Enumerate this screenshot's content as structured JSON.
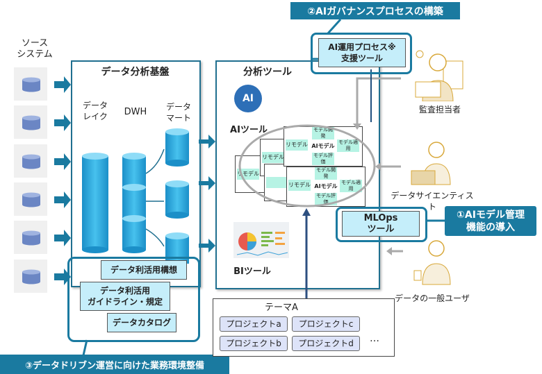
{
  "source": {
    "label_line1": "ソース",
    "label_line2": "システム",
    "count": 6
  },
  "platform": {
    "title": "データ分析基盤",
    "lake_line1": "データ",
    "lake_line2": "レイク",
    "dwh": "DWH",
    "mart_line1": "データ",
    "mart_line2": "マート"
  },
  "analysis": {
    "title": "分析ツール",
    "ai_tool": "AIツール",
    "ai_icon": "AI",
    "bi_tool": "BIツール",
    "cycle": {
      "remodel": "リモデル",
      "center": "AIモデル",
      "develop": "モデル開発",
      "apply": "モデル適用",
      "evaluate": "モデル評価"
    }
  },
  "governance": {
    "label": "②AIガバナンスプロセスの構築",
    "tool_line1": "AI運用プロセス※",
    "tool_line2": "支援ツール"
  },
  "mlops": {
    "line1": "MLOps",
    "line2": "ツール",
    "label_line1": "①AIモデル管理",
    "label_line2": "機能の導入"
  },
  "people": {
    "auditor": "監査担当者",
    "scientist": "データサイエンティスト",
    "user": "データの一般ユーザ"
  },
  "business": {
    "concept": "データ利活用構想",
    "guide_line1": "データ利活用",
    "guide_line2": "ガイドライン・規定",
    "catalog": "データカタログ",
    "label": "③データドリブン運営に向けた業務環境整備"
  },
  "theme": {
    "title": "テーマA",
    "projects": [
      "プロジェクトa",
      "プロジェクトc",
      "プロジェクトb",
      "プロジェクトd"
    ],
    "more": "…"
  },
  "colors": {
    "accent": "#1a7aa0",
    "cyan_box": "#c5eefa",
    "cylinder": "#2aa6d8",
    "source_db": "#6b86c4"
  }
}
